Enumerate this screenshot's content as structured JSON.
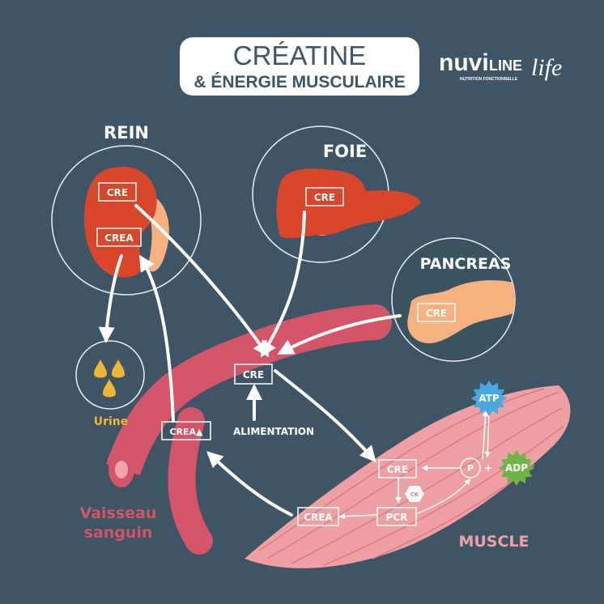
{
  "title": {
    "line1": "CRÉATINE",
    "line2": "& ÉNERGIE MUSCULAIRE"
  },
  "brand": {
    "name": "nuvi",
    "line": "LINE",
    "life": "life",
    "tagline": "NUTRITION FONCTIONNELLE"
  },
  "organs": {
    "rein": {
      "label": "REIN",
      "box1": "CRE",
      "box2": "CREA"
    },
    "foie": {
      "label": "FOIE",
      "box": "CRE"
    },
    "pancreas": {
      "label": "PANCREAS",
      "box": "CRE"
    },
    "urine": {
      "label": "Urine"
    }
  },
  "vessel": {
    "label_line1": "Vaisseau",
    "label_line2": "sanguin",
    "box_cre": "CRE",
    "box_crea": "CREA▲",
    "alimentation": "ALIMENTATION"
  },
  "muscle": {
    "label": "MUSCLE",
    "cre": "CRE",
    "pcr": "PCR",
    "crea": "CREA",
    "p": "P",
    "plus": "+",
    "ck": "CK",
    "atp": "ATP",
    "adp": "ADP"
  },
  "colors": {
    "background": "#3d5566",
    "organ_red": "#d9462a",
    "vessel": "#d45567",
    "muscle": "#efa0a4",
    "urine": "#f2b632",
    "atp": "#48a8e0",
    "adp": "#6fb545",
    "pancreas": "#f5b27e"
  }
}
